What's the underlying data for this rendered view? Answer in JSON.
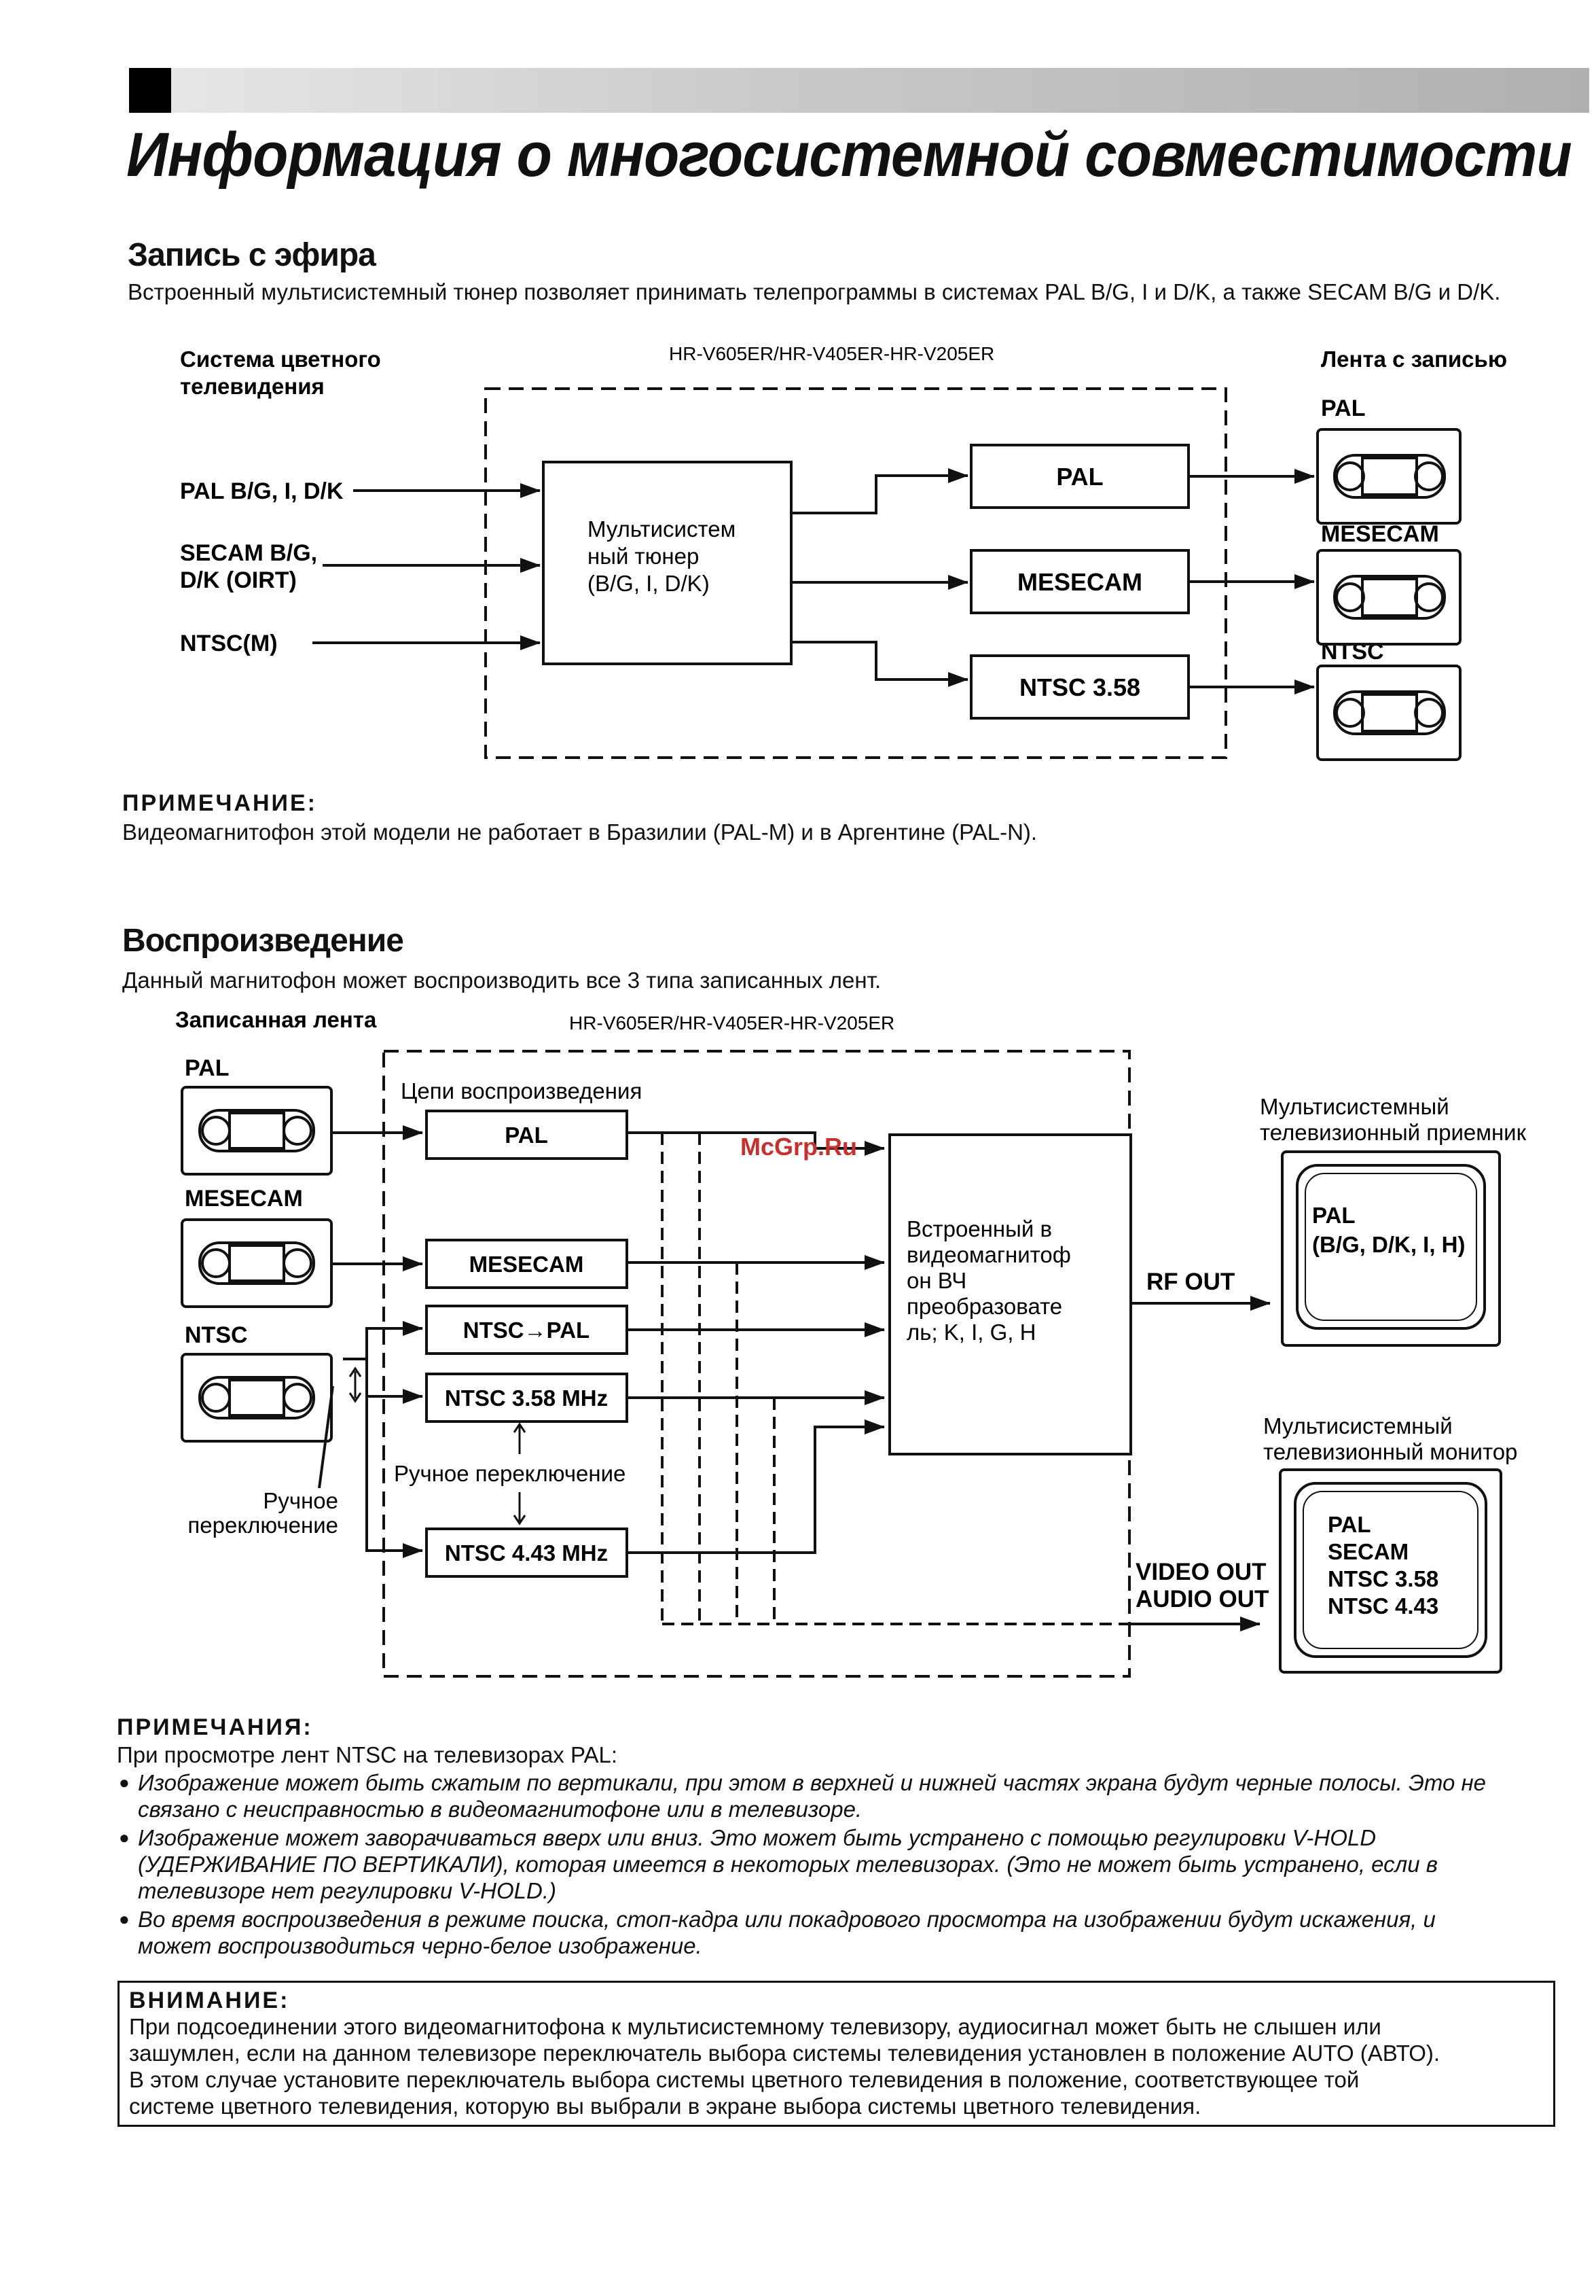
{
  "title": "Информация о многосистемной совместимости",
  "rec": {
    "heading": "Запись с эфира",
    "intro": "Встроенный мультисистемный тюнер позволяет принимать телепрограммы в системах PAL B/G, I и D/K, а также SECAM B/G и D/K.",
    "label_color_system": [
      "Система цветного",
      "телевидения"
    ],
    "model": "HR-V605ER/HR-V405ER-HR-V205ER",
    "label_tape": "Лента с записью",
    "inputs": [
      "PAL B/G, I, D/K",
      "SECAM B/G,",
      "D/K (OIRT)",
      "NTSC(M)"
    ],
    "tuner": [
      "Мультисистем",
      "ный тюнер",
      "(B/G, I, D/K)"
    ],
    "outputs": [
      "PAL",
      "MESECAM",
      "NTSC 3.58"
    ],
    "tape_labels": [
      "PAL",
      "MESECAM",
      "NTSC"
    ]
  },
  "note1": {
    "heading": "ПРИМЕЧАНИЕ:",
    "text": "Видеомагнитофон этой модели не работает в Бразилии (PAL-M) и в Аргентине (PAL-N)."
  },
  "play": {
    "heading": "Воспроизведение",
    "intro": "Данный магнитофон может воспроизводить все 3 типа записанных лент.",
    "label_recorded": "Записанная лента",
    "model": "HR-V605ER/HR-V405ER-HR-V205ER",
    "circuits": "Цепи воспроизведения",
    "tape_labels": [
      "PAL",
      "MESECAM",
      "NTSC"
    ],
    "blocks": [
      "PAL",
      "MESECAM",
      "NTSC→PAL",
      "NTSC 3.58 MHz",
      "NTSC 4.43 MHz"
    ],
    "manual_switch_center": "Ручное переключение",
    "manual_switch_left": [
      "Ручное",
      "переключение"
    ],
    "converter": [
      "Встроенный в",
      "видеомагнитоф",
      "он ВЧ",
      "преобразовате",
      "ль; K, I, G, H"
    ],
    "rf_out": "RF OUT",
    "video_out": "VIDEO OUT",
    "audio_out": "AUDIO OUT",
    "tv_receiver_label": [
      "Мультисистемный",
      "телевизионный приемник"
    ],
    "tv_receiver_screen": [
      "PAL",
      "(B/G, D/K, I, H)"
    ],
    "tv_monitor_label": [
      "Мультисистемный",
      "телевизионный монитор"
    ],
    "tv_monitor_screen": [
      "PAL",
      "SECAM",
      "NTSC 3.58",
      "NTSC 4.43"
    ],
    "watermark": "McGrp.Ru"
  },
  "notes2": {
    "heading": "ПРИМЕЧАНИЯ:",
    "lead": "При просмотре лент NTSC на телевизорах PAL:",
    "bullets": [
      [
        "Изображение может быть сжатым по вертикали, при этом в верхней и нижней частях экрана будут черные полосы. Это не",
        "связано с неисправностью в видеомагнитофоне или в телевизоре."
      ],
      [
        "Изображение может заворачиваться вверх или вниз. Это может быть устранено с помощью регулировки V-HOLD",
        "(УДЕРЖИВАНИЕ ПО ВЕРТИКАЛИ), которая имеется в некоторых телевизорах. (Это не может быть устранено, если в",
        "телевизоре нет регулировки V-HOLD.)"
      ],
      [
        "Во время воспроизведения в режиме поиска, стоп-кадра или покадрового просмотра на изображении будут искажения, и",
        "может воспроизводиться черно-белое изображение."
      ]
    ]
  },
  "warning": {
    "heading": "ВНИМАНИЕ:",
    "lines": [
      "При подсоединении этого видеомагнитофона к мультисистемному телевизору, аудиосигнал может быть не слышен или",
      "зашумлен, если на данном телевизоре переключатель выбора системы телевидения установлен в положение AUTO (АВТО).",
      "В этом случае установите переключатель выбора системы цветного телевидения в положение, соответствующее той",
      "системе цветного телевидения, которую вы выбрали в экране выбора системы цветного телевидения."
    ]
  }
}
